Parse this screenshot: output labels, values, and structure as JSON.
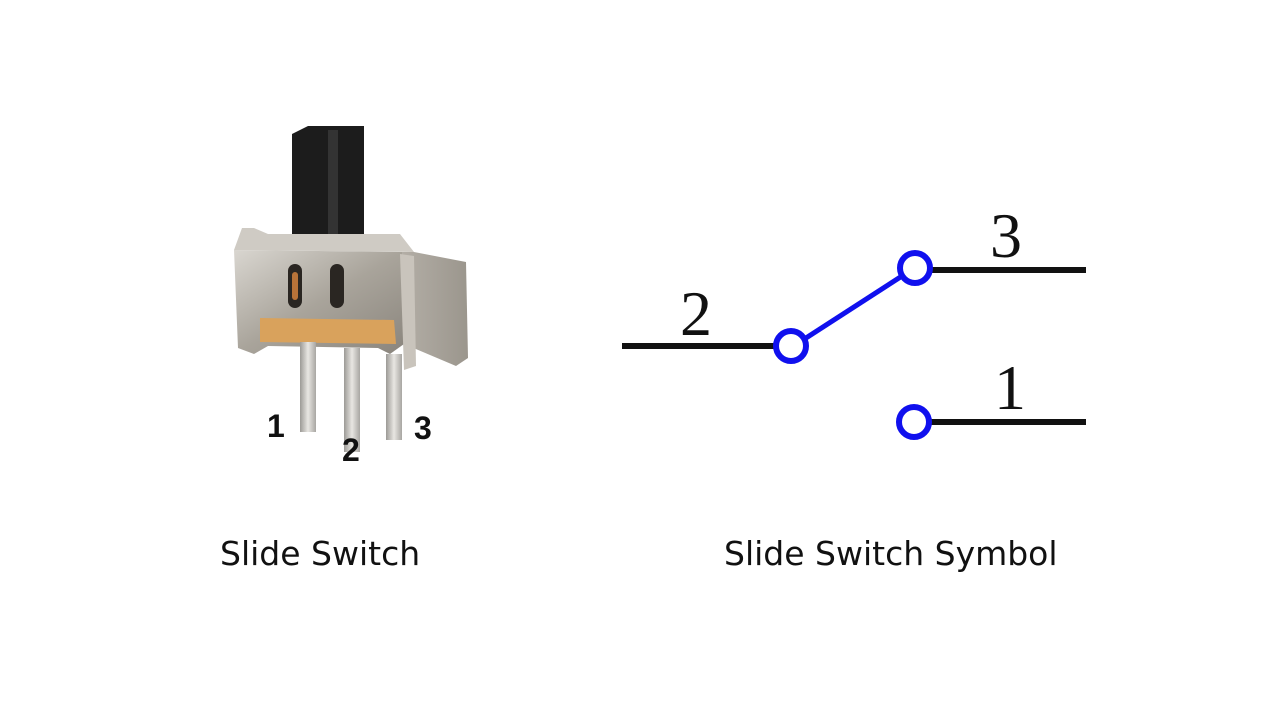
{
  "photo": {
    "pin_labels": [
      "1",
      "2",
      "3"
    ],
    "caption": "Slide Switch"
  },
  "symbol": {
    "terminal_labels": {
      "common": "2",
      "upper": "3",
      "lower": "1"
    },
    "caption": "Slide Switch Symbol",
    "colors": {
      "lines": "#111111",
      "contacts": "#1010ee"
    }
  }
}
